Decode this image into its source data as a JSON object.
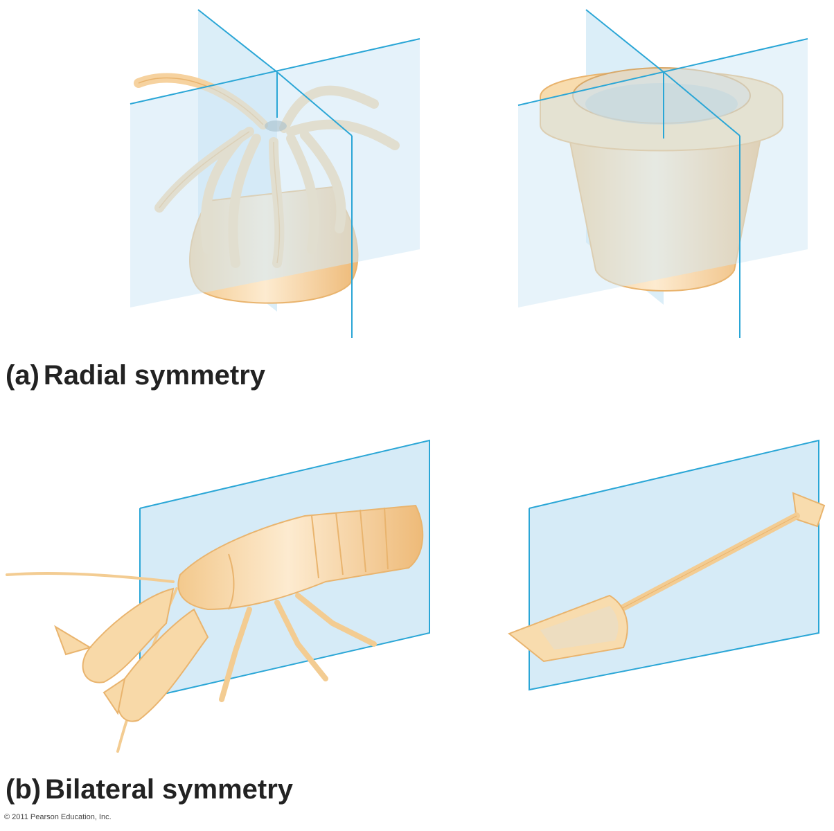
{
  "panels": [
    {
      "letter": "(a)",
      "title": "Radial symmetry"
    },
    {
      "letter": "(b)",
      "title": "Bilateral symmetry"
    }
  ],
  "items": [
    {
      "icon": "sea-anemone-icon"
    },
    {
      "icon": "flower-pot-icon"
    },
    {
      "icon": "lobster-icon"
    },
    {
      "icon": "shovel-icon"
    }
  ],
  "colors": {
    "plane": "#cfe8f6",
    "plane_edge": "#2aa6d6",
    "body": "#f9dfb4",
    "body_edge": "#e9b46e",
    "text": "#222222"
  },
  "copyright": "© 2011 Pearson Education, Inc."
}
